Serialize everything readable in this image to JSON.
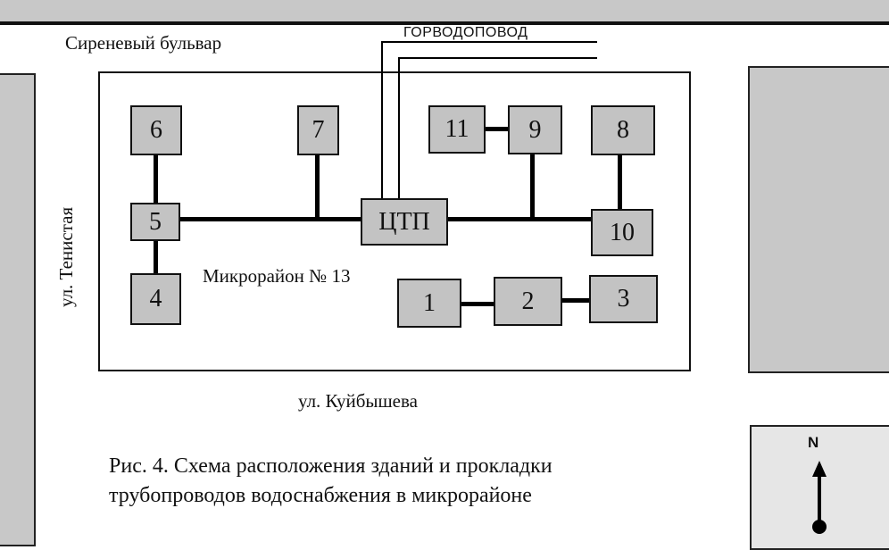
{
  "labels": {
    "street_north": "Сиреневый бульвар",
    "street_west": "ул. Тенистая",
    "street_south": "ул. Куйбышева",
    "water_main": "ГОРВОДОПОВОД",
    "district": "Микрорайон № 13",
    "compass": "N"
  },
  "buildings": {
    "b1": "1",
    "b2": "2",
    "b3": "3",
    "b4": "4",
    "b5": "5",
    "b6": "6",
    "b7": "7",
    "b8": "8",
    "b9": "9",
    "b10": "10",
    "b11": "11",
    "ctp": "ЦТП"
  },
  "caption": {
    "line1": "Рис. 4. Схема расположения зданий и прокладки",
    "line2": "трубопроводов водоснабжения в микрорайоне"
  },
  "colors": {
    "block_fill": "#c8c8c8",
    "building_fill": "#c3c3c3",
    "pipe": "#000000"
  }
}
